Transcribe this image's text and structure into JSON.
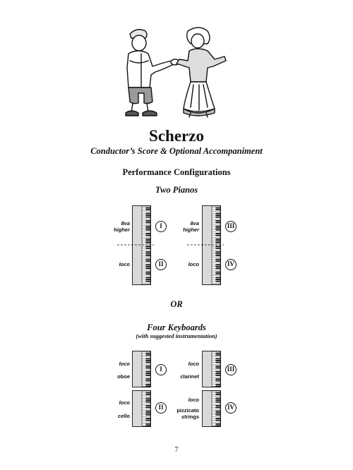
{
  "title": "Scherzo",
  "subtitle": "Conductor’s Score & Optional Accompaniment",
  "section_title": "Performance Configurations",
  "two_pianos": {
    "heading": "Two Pianos",
    "piano_1": {
      "upper_label_1": "8va",
      "upper_label_2": "higher",
      "upper_part": "I",
      "lower_label": "loco",
      "lower_part": "II"
    },
    "piano_2": {
      "upper_label_1": "8va",
      "upper_label_2": "higher",
      "upper_part": "III",
      "lower_label": "loco",
      "lower_part": "IV"
    }
  },
  "or_text": "OR",
  "four_keyboards": {
    "heading": "Four Keyboards",
    "note": "(with suggested instrumentation)",
    "keyboards": [
      {
        "part": "I",
        "label_1": "loco",
        "label_2": "oboe"
      },
      {
        "part": "III",
        "label_1": "loco",
        "label_2": "clarinet"
      },
      {
        "part": "II",
        "label_1": "loco",
        "label_2": "cello"
      },
      {
        "part": "IV",
        "label_1": "loco",
        "label_2": "pizzicato",
        "label_3": "strings"
      }
    ]
  },
  "page_number": "7"
}
